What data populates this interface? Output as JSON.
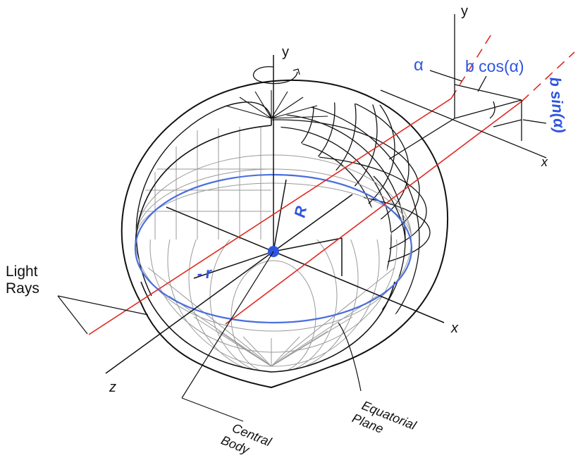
{
  "labels": {
    "y_axis_main": "y",
    "y_axis_inset": "y",
    "x_axis_main": "x",
    "x_axis_inset": "x",
    "z_axis": "z",
    "light_rays_line1": "Light",
    "light_rays_line2": "Rays",
    "central_body_line1": "Central",
    "central_body_line2": "Body",
    "equatorial_line1": "Equatorial",
    "equatorial_line2": "Plane",
    "radius_outer": "R",
    "radius_inner": "r",
    "alpha": "α",
    "b_cos": "b cos(α)",
    "b_sin": "b sin(α)"
  },
  "colors": {
    "ink": "#111111",
    "grid": "#9a9a9a",
    "equator": "#4a6fe0",
    "accent_blue": "#2f55e0",
    "ray": "#e0281e"
  }
}
